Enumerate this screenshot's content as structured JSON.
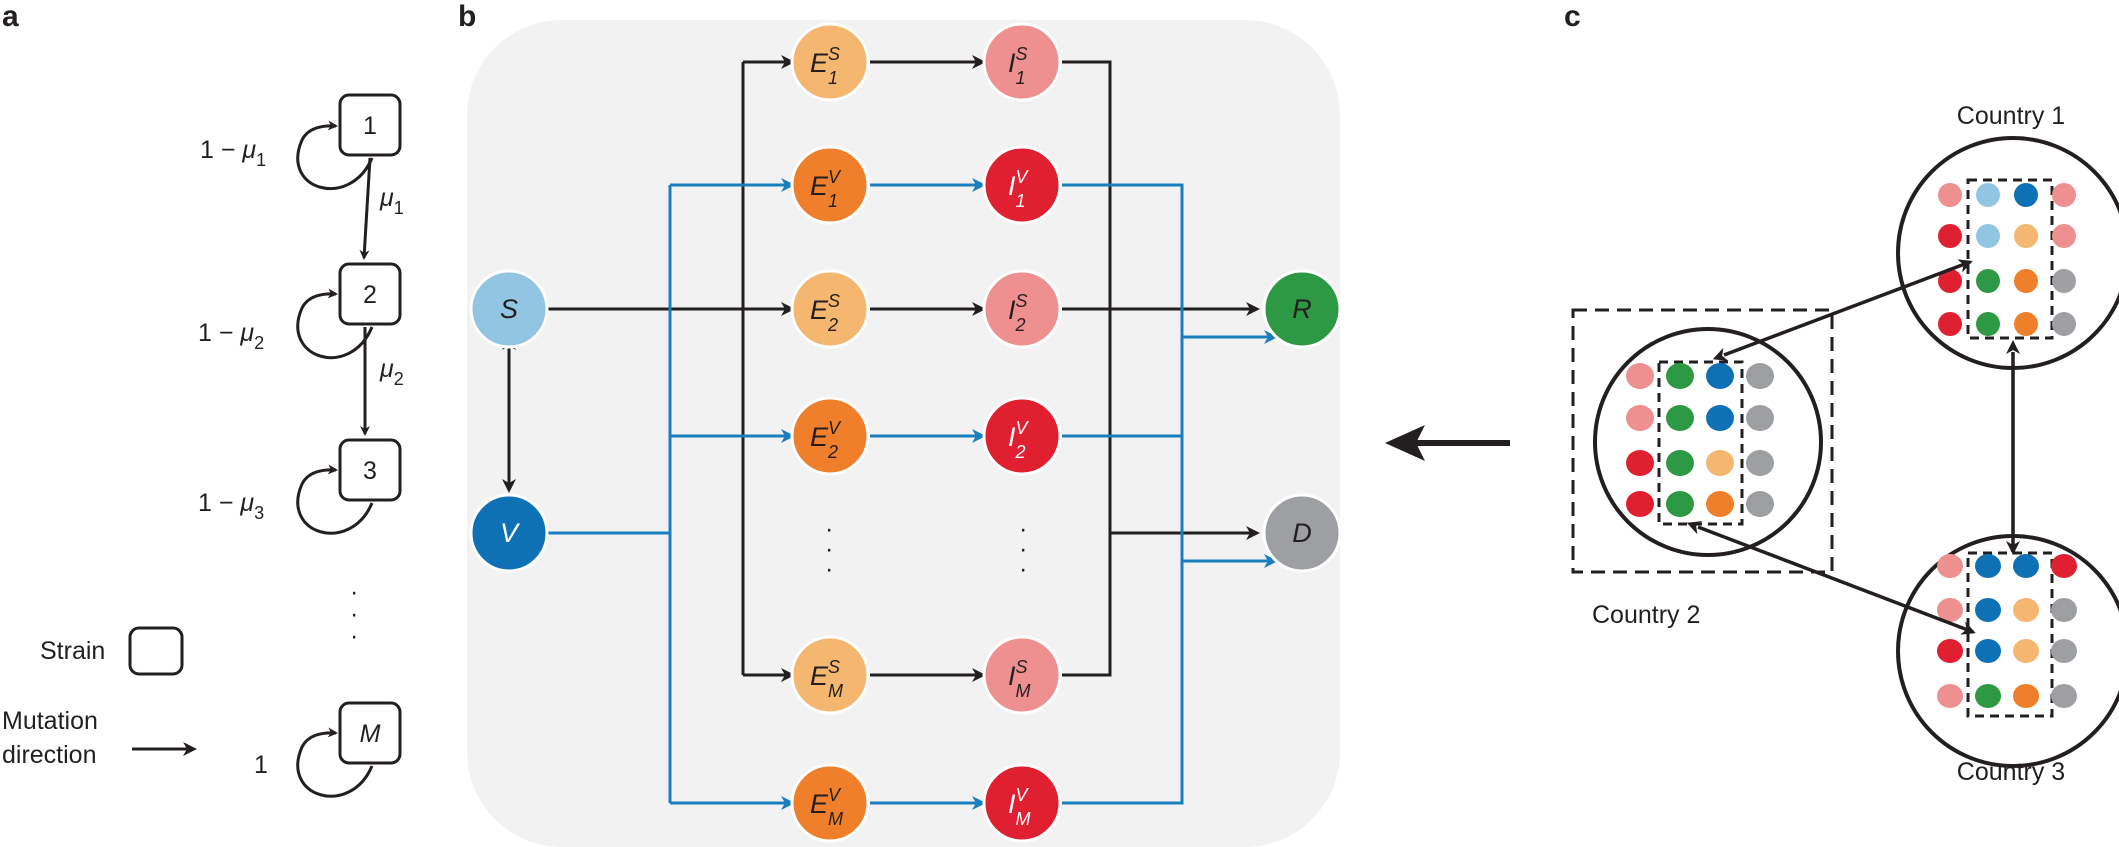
{
  "panels": {
    "a": "a",
    "b": "b",
    "c": "c"
  },
  "panel_a": {
    "strains": [
      {
        "id": "1",
        "self_prob_prefix": "1 − ",
        "self_prob_var": "μ",
        "self_prob_sub": "1"
      },
      {
        "id": "2",
        "self_prob_prefix": "1 − ",
        "self_prob_var": "μ",
        "self_prob_sub": "2"
      },
      {
        "id": "3",
        "self_prob_prefix": "1 − ",
        "self_prob_var": "μ",
        "self_prob_sub": "3"
      },
      {
        "id": "M",
        "self_prob_prefix": "1",
        "self_prob_var": "",
        "self_prob_sub": ""
      }
    ],
    "mutation_rates": [
      {
        "var": "μ",
        "sub": "1"
      },
      {
        "var": "μ",
        "sub": "2"
      }
    ],
    "ellipsis": "·",
    "legend": {
      "strain_label": "Strain",
      "mutation_label_line1": "Mutation",
      "mutation_label_line2": "direction"
    }
  },
  "panel_b": {
    "nodes": {
      "S": {
        "label": "S",
        "color": "#92c5e1"
      },
      "V": {
        "label": "V",
        "color": "#0f71b5"
      },
      "R": {
        "label": "R",
        "color": "#2e9944"
      },
      "D": {
        "label": "D",
        "color": "#9d9fa2"
      }
    },
    "compartments": [
      {
        "E": "E",
        "I": "I",
        "sup": "S",
        "sub": "1",
        "e_color": "#f5b76f",
        "i_color": "#ee8f90"
      },
      {
        "E": "E",
        "I": "I",
        "sup": "V",
        "sub": "1",
        "e_color": "#f07f2c",
        "i_color": "#e01f30"
      },
      {
        "E": "E",
        "I": "I",
        "sup": "S",
        "sub": "2",
        "e_color": "#f5b76f",
        "i_color": "#ee8f90"
      },
      {
        "E": "E",
        "I": "I",
        "sup": "V",
        "sub": "2",
        "e_color": "#f07f2c",
        "i_color": "#e01f30"
      },
      {
        "E": "E",
        "I": "I",
        "sup": "S",
        "sub": "M",
        "e_color": "#f5b76f",
        "i_color": "#ee8f90"
      },
      {
        "E": "E",
        "I": "I",
        "sup": "V",
        "sub": "M",
        "e_color": "#f07f2c",
        "i_color": "#e01f30"
      }
    ],
    "ellipsis": "·",
    "colors": {
      "unvaccinated_flow": "#231f20",
      "vaccinated_flow": "#1a7dbd",
      "panel_bg": "#f2f2f2"
    }
  },
  "panel_c": {
    "countries": [
      {
        "name": "Country 1"
      },
      {
        "name": "Country 2"
      },
      {
        "name": "Country 3"
      }
    ],
    "dot_colors": [
      "#ee8f90",
      "#e01f30",
      "#f5b76f",
      "#f07f2c",
      "#2e9944",
      "#0f71b5",
      "#92c5e1",
      "#9d9fa2"
    ]
  }
}
